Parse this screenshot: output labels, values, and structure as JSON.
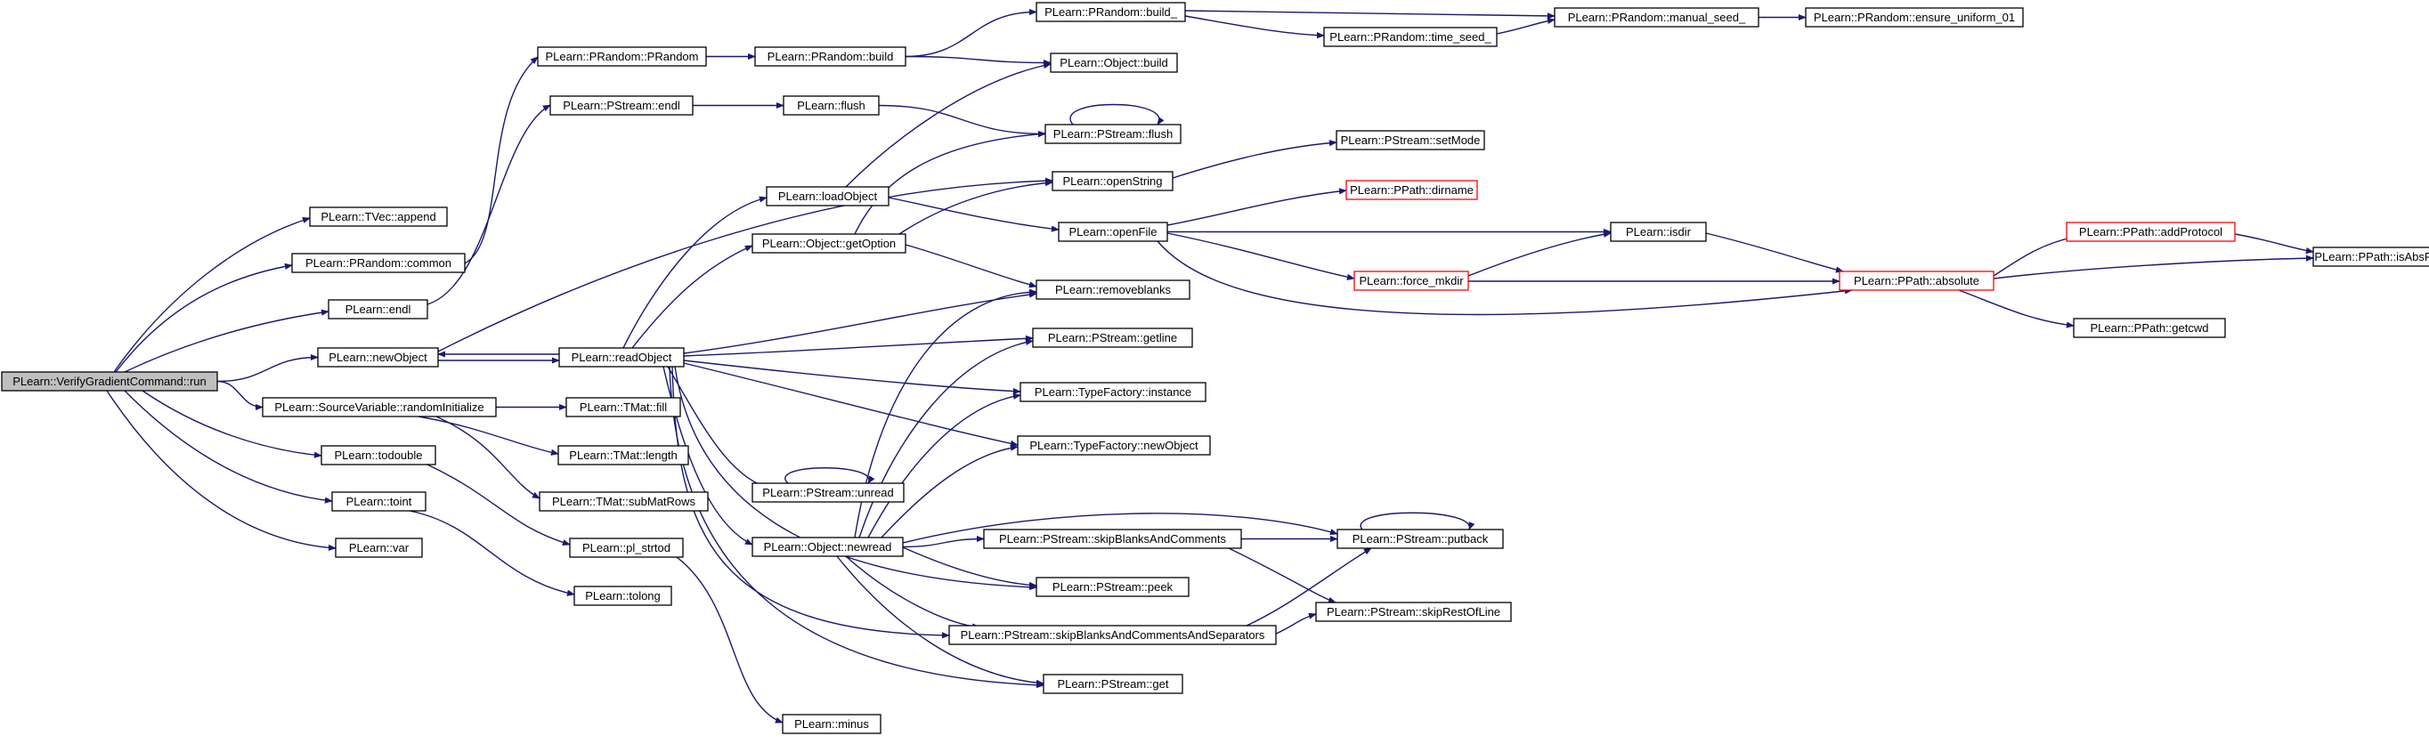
{
  "graph": {
    "title": "",
    "colors": {
      "edge": "#191970",
      "node_border": "#000000",
      "root_fill": "#bfbfbf",
      "truncated_border": "#ff0000"
    },
    "nodes": [
      {
        "id": "run",
        "label": "PLearn::VerifyGradientCommand::run",
        "style": "root"
      },
      {
        "id": "tvec_append",
        "label": "PLearn::TVec::append"
      },
      {
        "id": "prandom_common",
        "label": "PLearn::PRandom::common"
      },
      {
        "id": "endl",
        "label": "PLearn::endl"
      },
      {
        "id": "newObject",
        "label": "PLearn::newObject"
      },
      {
        "id": "randomInitialize",
        "label": "PLearn::SourceVariable::randomInitialize"
      },
      {
        "id": "todouble",
        "label": "PLearn::todouble"
      },
      {
        "id": "toint",
        "label": "PLearn::toint"
      },
      {
        "id": "var",
        "label": "PLearn::var"
      },
      {
        "id": "prandom_ctor",
        "label": "PLearn::PRandom::PRandom"
      },
      {
        "id": "pstream_endl",
        "label": "PLearn::PStream::endl"
      },
      {
        "id": "readObject",
        "label": "PLearn::readObject"
      },
      {
        "id": "tmat_fill",
        "label": "PLearn::TMat::fill"
      },
      {
        "id": "tmat_length",
        "label": "PLearn::TMat::length"
      },
      {
        "id": "tmat_subMatRows",
        "label": "PLearn::TMat::subMatRows"
      },
      {
        "id": "pl_strtod",
        "label": "PLearn::pl_strtod"
      },
      {
        "id": "tolong",
        "label": "PLearn::tolong"
      },
      {
        "id": "prandom_build",
        "label": "PLearn::PRandom::build"
      },
      {
        "id": "flush",
        "label": "PLearn::flush"
      },
      {
        "id": "loadObject",
        "label": "PLearn::loadObject"
      },
      {
        "id": "getOption",
        "label": "PLearn::Object::getOption"
      },
      {
        "id": "unread",
        "label": "PLearn::PStream::unread"
      },
      {
        "id": "newread",
        "label": "PLearn::Object::newread"
      },
      {
        "id": "minus",
        "label": "PLearn::minus"
      },
      {
        "id": "prandom_build_",
        "label": "PLearn::PRandom::build_"
      },
      {
        "id": "object_build",
        "label": "PLearn::Object::build"
      },
      {
        "id": "pstream_flush",
        "label": "PLearn::PStream::flush"
      },
      {
        "id": "openString",
        "label": "PLearn::openString"
      },
      {
        "id": "openFile",
        "label": "PLearn::openFile"
      },
      {
        "id": "removeblanks",
        "label": "PLearn::removeblanks"
      },
      {
        "id": "getline",
        "label": "PLearn::PStream::getline"
      },
      {
        "id": "tf_instance",
        "label": "PLearn::TypeFactory::instance"
      },
      {
        "id": "tf_newObject",
        "label": "PLearn::TypeFactory::newObject"
      },
      {
        "id": "skipBlanksAndComments",
        "label": "PLearn::PStream::skipBlanksAndComments"
      },
      {
        "id": "peek",
        "label": "PLearn::PStream::peek"
      },
      {
        "id": "skipBlanksAndCommentsAndSeparators",
        "label": "PLearn::PStream::skipBlanksAndCommentsAndSeparators"
      },
      {
        "id": "pstream_get",
        "label": "PLearn::PStream::get"
      },
      {
        "id": "time_seed_",
        "label": "PLearn::PRandom::time_seed_"
      },
      {
        "id": "setMode",
        "label": "PLearn::PStream::setMode"
      },
      {
        "id": "dirname",
        "label": "PLearn::PPath::dirname",
        "style": "red"
      },
      {
        "id": "force_mkdir",
        "label": "PLearn::force_mkdir",
        "style": "red"
      },
      {
        "id": "putback",
        "label": "PLearn::PStream::putback"
      },
      {
        "id": "skipRestOfLine",
        "label": "PLearn::PStream::skipRestOfLine"
      },
      {
        "id": "manual_seed_",
        "label": "PLearn::PRandom::manual_seed_"
      },
      {
        "id": "isdir",
        "label": "PLearn::isdir"
      },
      {
        "id": "absolute",
        "label": "PLearn::PPath::absolute",
        "style": "red"
      },
      {
        "id": "ensure_uniform_01",
        "label": "PLearn::PRandom::ensure_uniform_01"
      },
      {
        "id": "addProtocol",
        "label": "PLearn::PPath::addProtocol",
        "style": "red"
      },
      {
        "id": "getcwd",
        "label": "PLearn::PPath::getcwd"
      },
      {
        "id": "isAbsPath",
        "label": "PLearn::PPath::isAbsPath"
      }
    ],
    "edges": [
      [
        "run",
        "tvec_append"
      ],
      [
        "run",
        "prandom_common"
      ],
      [
        "run",
        "endl"
      ],
      [
        "run",
        "newObject"
      ],
      [
        "run",
        "randomInitialize"
      ],
      [
        "run",
        "todouble"
      ],
      [
        "run",
        "toint"
      ],
      [
        "run",
        "var"
      ],
      [
        "prandom_common",
        "prandom_ctor"
      ],
      [
        "endl",
        "pstream_endl"
      ],
      [
        "newObject",
        "readObject"
      ],
      [
        "newObject",
        "openString"
      ],
      [
        "randomInitialize",
        "tmat_fill"
      ],
      [
        "randomInitialize",
        "tmat_length"
      ],
      [
        "randomInitialize",
        "tmat_subMatRows"
      ],
      [
        "todouble",
        "pl_strtod"
      ],
      [
        "toint",
        "tolong"
      ],
      [
        "prandom_ctor",
        "prandom_build"
      ],
      [
        "pstream_endl",
        "flush"
      ],
      [
        "readObject",
        "newObject"
      ],
      [
        "readObject",
        "loadObject"
      ],
      [
        "readObject",
        "getOption"
      ],
      [
        "readObject",
        "removeblanks"
      ],
      [
        "readObject",
        "getline"
      ],
      [
        "readObject",
        "tf_instance"
      ],
      [
        "readObject",
        "tf_newObject"
      ],
      [
        "readObject",
        "unread"
      ],
      [
        "readObject",
        "newread"
      ],
      [
        "readObject",
        "peek"
      ],
      [
        "readObject",
        "skipBlanksAndCommentsAndSeparators"
      ],
      [
        "readObject",
        "pstream_get"
      ],
      [
        "pl_strtod",
        "minus"
      ],
      [
        "prandom_build",
        "prandom_build_"
      ],
      [
        "prandom_build",
        "object_build"
      ],
      [
        "flush",
        "pstream_flush"
      ],
      [
        "loadObject",
        "openFile"
      ],
      [
        "loadObject",
        "object_build"
      ],
      [
        "getOption",
        "openString"
      ],
      [
        "getOption",
        "pstream_flush"
      ],
      [
        "getOption",
        "removeblanks"
      ],
      [
        "unread",
        "unread"
      ],
      [
        "newread",
        "getline"
      ],
      [
        "newread",
        "removeblanks"
      ],
      [
        "newread",
        "tf_instance"
      ],
      [
        "newread",
        "tf_newObject"
      ],
      [
        "newread",
        "skipBlanksAndComments"
      ],
      [
        "newread",
        "putback"
      ],
      [
        "newread",
        "peek"
      ],
      [
        "newread",
        "skipBlanksAndCommentsAndSeparators"
      ],
      [
        "newread",
        "pstream_get"
      ],
      [
        "pstream_flush",
        "pstream_flush"
      ],
      [
        "prandom_build_",
        "time_seed_"
      ],
      [
        "prandom_build_",
        "manual_seed_"
      ],
      [
        "time_seed_",
        "manual_seed_"
      ],
      [
        "manual_seed_",
        "ensure_uniform_01"
      ],
      [
        "openString",
        "setMode"
      ],
      [
        "openFile",
        "dirname"
      ],
      [
        "openFile",
        "isdir"
      ],
      [
        "openFile",
        "force_mkdir"
      ],
      [
        "openFile",
        "absolute"
      ],
      [
        "force_mkdir",
        "isdir"
      ],
      [
        "force_mkdir",
        "absolute"
      ],
      [
        "isdir",
        "absolute"
      ],
      [
        "skipBlanksAndComments",
        "putback"
      ],
      [
        "skipBlanksAndComments",
        "skipRestOfLine"
      ],
      [
        "skipBlanksAndCommentsAndSeparators",
        "putback"
      ],
      [
        "skipBlanksAndCommentsAndSeparators",
        "skipRestOfLine"
      ],
      [
        "putback",
        "putback"
      ],
      [
        "absolute",
        "addProtocol"
      ],
      [
        "absolute",
        "isAbsPath"
      ],
      [
        "absolute",
        "getcwd"
      ],
      [
        "addProtocol",
        "isAbsPath"
      ]
    ]
  }
}
